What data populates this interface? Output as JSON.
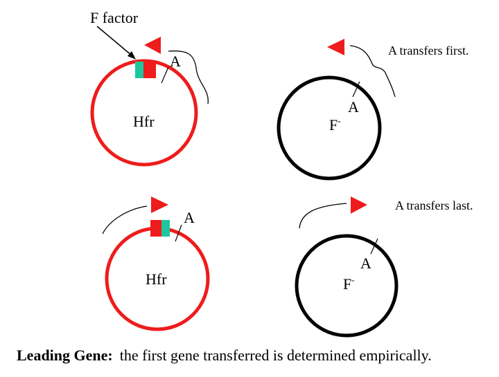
{
  "labels": {
    "f_factor": "F factor",
    "gene_a": "A",
    "hfr": "Hfr",
    "f_minus_base": "F",
    "f_minus_sup": "-",
    "transfers_first": "A transfers first.",
    "transfers_last": "A transfers last."
  },
  "caption": {
    "bold": "Leading Gene:",
    "text": "the first gene transferred is determined empirically."
  },
  "colors": {
    "hfr_circle": "#ee1c1c",
    "f_minus_circle": "#000000",
    "triangle": "#ee1c1c",
    "f_factor_red": "#ee1c1c",
    "f_factor_teal": "#1ec69e"
  }
}
